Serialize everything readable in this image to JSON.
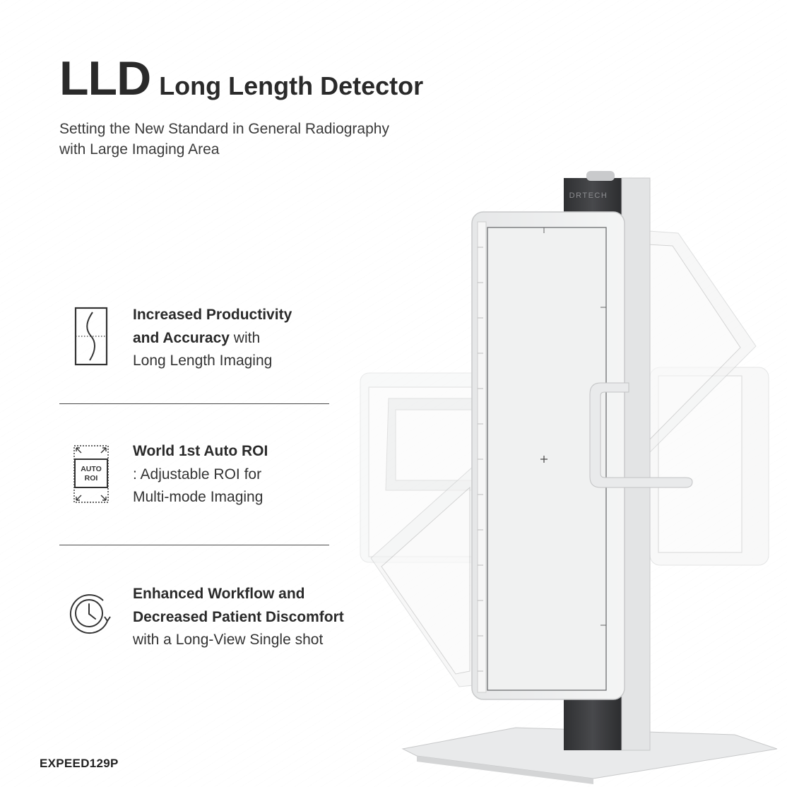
{
  "header": {
    "title_main": "LLD",
    "title_sub": "Long Length Detector",
    "subtitle_lines": [
      "Setting the New Standard in General Radiography",
      "with Large Imaging Area"
    ]
  },
  "features": [
    {
      "icon": "spine-icon",
      "bold_lines": [
        "Increased Productivity",
        "and Accuracy"
      ],
      "tail": " with",
      "rest": "Long Length Imaging"
    },
    {
      "icon": "auto-roi-icon",
      "icon_text": [
        "AUTO",
        "ROI"
      ],
      "bold_line": "World 1st Auto ROI",
      "lines": [
        ": Adjustable ROI for",
        "Multi-mode Imaging"
      ]
    },
    {
      "icon": "clock-cycle-icon",
      "bold_lines": [
        "Enhanced Workflow and",
        "Decreased Patient Discomfort"
      ],
      "rest": "with a Long-View Single shot"
    }
  ],
  "product": {
    "brand": "DRTECH"
  },
  "footer": {
    "model": "EXPEED129P"
  },
  "colors": {
    "text": "#2a2a2a",
    "divider": "#4a4a4a",
    "panel": "#f1f2f2",
    "column": "#3b3c3e"
  }
}
